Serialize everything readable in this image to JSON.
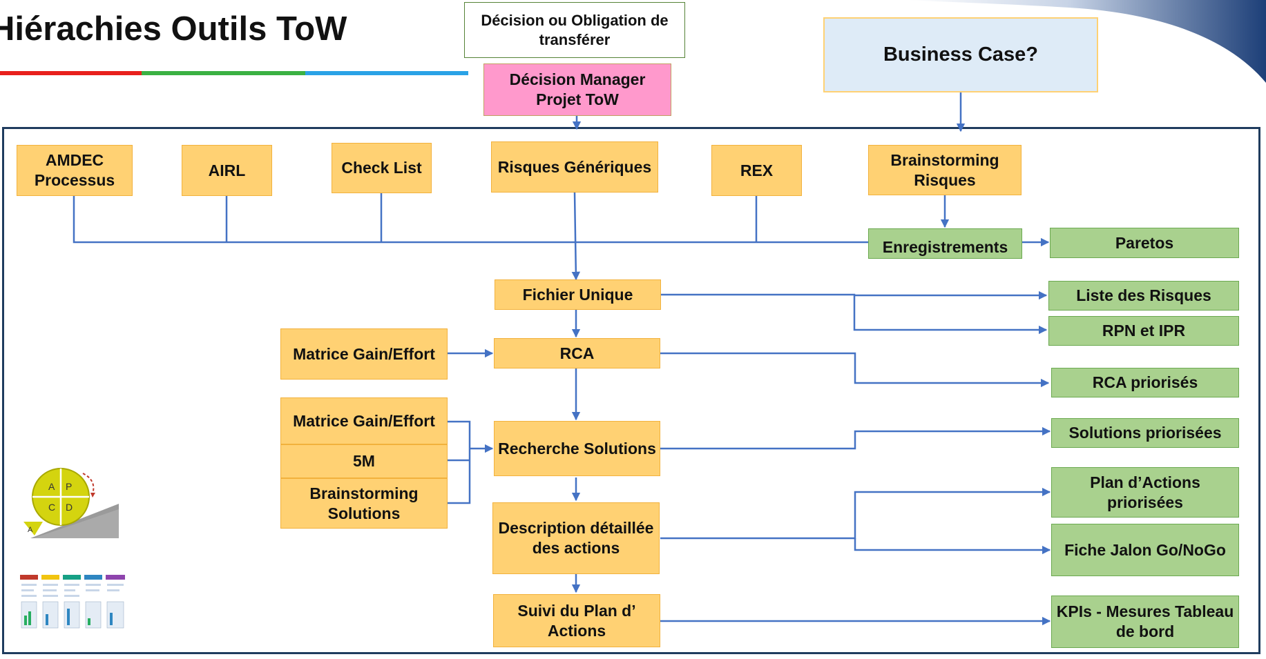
{
  "title": "Hiérachies Outils ToW",
  "colors": {
    "frame": "#1f3c5e",
    "arrow": "#4472c4",
    "orange": "#ffd173",
    "green": "#a9d18e",
    "pink": "#ff99cc",
    "light_blue": "#deebf7",
    "stripe": [
      "#e8201c",
      "#3bb143",
      "#2aa2e6"
    ]
  },
  "top": {
    "decision_obligation": "Décision ou Obligation de transférer",
    "decision_manager": "Décision Manager Projet ToW",
    "business_case": "Business Case?"
  },
  "sources": {
    "amdec": "AMDEC Processus",
    "airl": "AIRL",
    "checklist": "Check List",
    "risques": "Risques Génériques",
    "rex": "REX",
    "brainstorming_risques": "Brainstorming Risques"
  },
  "enregistrements": "Enregistrements",
  "center": {
    "fichier_unique": "Fichier Unique",
    "rca": "RCA",
    "recherche": "Recherche Solutions",
    "description": "Description détaillée des actions",
    "suivi": "Suivi du Plan d’ Actions"
  },
  "left_tools": {
    "matrice1": "Matrice Gain/Effort",
    "matrice2": "Matrice Gain/Effort",
    "cinq_m": "5M",
    "brainstorming_solutions": "Brainstorming Solutions"
  },
  "outputs": {
    "paretos": "Paretos",
    "liste_risques": "Liste des Risques",
    "rpn": "RPN et IPR",
    "rca_priorises": "RCA priorisés",
    "solutions_priorisees": "Solutions priorisées",
    "plan_actions": "Plan d’Actions priorisées",
    "fiche_jalon": "Fiche Jalon Go/NoGo",
    "kpis": "KPIs - Mesures Tableau de bord"
  },
  "pdca": {
    "a": "A",
    "p": "P",
    "c": "C",
    "d": "D",
    "a2": "A"
  },
  "icons": {
    "pdca": "pdca-wheel-icon",
    "sheet": "template-sheet-icon"
  }
}
